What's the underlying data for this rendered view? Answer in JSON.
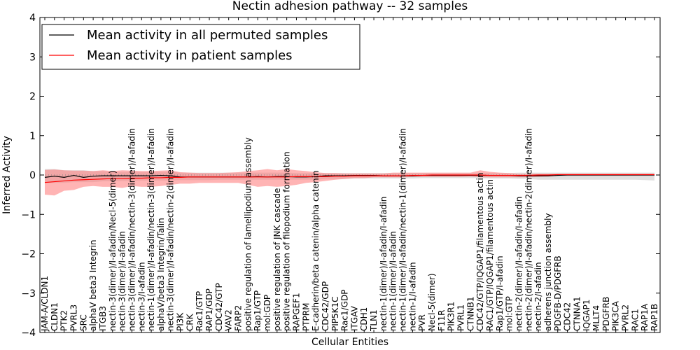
{
  "chart_data": {
    "type": "line",
    "title": "Nectin adhesion pathway -- 32 samples",
    "xlabel": "Cellular Entities",
    "ylabel": "Inferred Activity",
    "ylim": [
      -4,
      4
    ],
    "yticks": [
      -4,
      -3,
      -2,
      -1,
      0,
      1,
      2,
      3,
      4
    ],
    "grid": false,
    "legend_position": "top-left",
    "categories": [
      "JAM-A/CLDN1",
      "CLDN1",
      "PTK2",
      "PVRL3",
      "SRC",
      "alphaV beta3 Integrin",
      "ITGB3",
      "nectin-3(dimer)/I-afadin/Necl-5(dimer)",
      "nectin-3(dimer)/I-afadin",
      "nectin-3(dimer)/I-afadin/nectin-3(dimer)/I-afadin",
      "nectin-3/I-afadin",
      "nectin-1(dimer)/I-afadin/nectin-3(dimer)/I-afadin",
      "alphaV/beta3 Integrin/Talin",
      "nectin-3(dimer)/I-afadin/nectin-2(dimer)/I-afadin",
      "PI3K",
      "CRK",
      "Rac1/GTP",
      "RAP1/GDP",
      "CDC42/GTP",
      "VAV2",
      "FARP2",
      "positive regulation of lamellipodium assembly",
      "Rap1/GTP",
      "mol:GDP",
      "positive regulation of JNK cascade",
      "positive regulation of filopodium formation",
      "RAPGEF1",
      "PTPRM",
      "E-cadherin/beta catenin/alpha catenin",
      "CDC42/GDP",
      "PIP5K1C",
      "Rac1/GDP",
      "ITGAV",
      "CDH1",
      "TLN1",
      "nectin-1(dimer)/I-afadin/I-afadin",
      "nectin-1(dimer)/I-afadin",
      "nectin-1(dimer)/I-afadin/nectin-1(dimer)/I-afadin",
      "nectin-1/I-afadin",
      "PVR",
      "Necl-5(dimer)",
      "F11R",
      "PIK3R1",
      "PVRL1",
      "CTNNB1",
      "CDC42/GTP/IQGAP1/filamentous actin",
      "RAC1/GTP/IQGAP1/filamentous actin",
      "Rap1/GTP/I-afadin",
      "mol:GTP",
      "nectin-2(dimer)/I-afadin/I-afadin",
      "nectin-2(dimer)/I-afadin/nectin-2(dimer)/I-afadin",
      "nectin-2/I-afadin",
      "adherens junction assembly",
      "PDGFB-D/PDGFRB",
      "CDC42",
      "CTNNA1",
      "IQGAP1",
      "MLLT4",
      "PDGFRB",
      "PIK3CA",
      "PVRL2",
      "RAC1",
      "RAP1A",
      "RAP1B"
    ],
    "series": [
      {
        "name": "Mean activity in all permuted samples",
        "color": "#000000",
        "values": [
          -0.06,
          -0.03,
          -0.06,
          -0.01,
          -0.06,
          -0.03,
          -0.02,
          -0.02,
          -0.02,
          -0.02,
          -0.02,
          -0.02,
          -0.01,
          -0.02,
          -0.05,
          -0.05,
          -0.05,
          -0.05,
          -0.05,
          -0.05,
          -0.05,
          -0.05,
          -0.04,
          -0.05,
          -0.04,
          -0.04,
          -0.05,
          -0.05,
          -0.04,
          -0.02,
          -0.02,
          -0.02,
          -0.01,
          -0.01,
          -0.01,
          -0.02,
          -0.02,
          -0.02,
          -0.02,
          -0.01,
          -0.01,
          -0.01,
          -0.01,
          -0.01,
          -0.01,
          -0.01,
          -0.01,
          -0.01,
          -0.01,
          -0.02,
          -0.02,
          -0.02,
          -0.02,
          -0.01,
          0.0,
          0.0,
          0.0,
          0.0,
          0.0,
          0.0,
          0.0,
          0.0,
          0.0,
          0.0
        ]
      },
      {
        "name": "Mean activity in patient samples",
        "color": "#ff0000",
        "values": [
          -0.19,
          -0.17,
          -0.15,
          -0.13,
          -0.12,
          -0.11,
          -0.1,
          -0.09,
          -0.09,
          -0.08,
          -0.08,
          -0.07,
          -0.07,
          -0.06,
          -0.06,
          -0.05,
          -0.05,
          -0.05,
          -0.05,
          -0.05,
          -0.05,
          -0.05,
          -0.05,
          -0.05,
          -0.05,
          -0.05,
          -0.04,
          -0.04,
          -0.04,
          -0.04,
          -0.03,
          -0.03,
          -0.02,
          -0.02,
          -0.02,
          -0.02,
          -0.02,
          -0.02,
          -0.01,
          -0.01,
          0.0,
          0.0,
          0.0,
          0.0,
          0.0,
          0.0,
          -0.01,
          -0.01,
          -0.01,
          -0.01,
          -0.01,
          0.0,
          0.0,
          0.01,
          0.01,
          0.01,
          0.01,
          0.01,
          0.01,
          0.01,
          0.01,
          0.01,
          0.01,
          0.01
        ]
      }
    ],
    "permuted_band": {
      "color": "#bbbbbb",
      "upper": [
        0.15,
        0.15,
        0.12,
        0.12,
        0.12,
        0.1,
        0.1,
        0.08,
        0.08,
        0.08,
        0.08,
        0.08,
        0.08,
        0.08,
        0.06,
        0.06,
        0.06,
        0.06,
        0.06,
        0.06,
        0.06,
        0.06,
        0.06,
        0.06,
        0.06,
        0.06,
        0.05,
        0.05,
        0.05,
        0.05,
        0.05,
        0.05,
        0.05,
        0.05,
        0.05,
        0.05,
        0.05,
        0.05,
        0.05,
        0.05,
        0.05,
        0.05,
        0.05,
        0.05,
        0.05,
        0.05,
        0.05,
        0.05,
        0.05,
        0.06,
        0.06,
        0.06,
        0.06,
        0.06,
        0.06,
        0.06,
        0.06,
        0.06,
        0.06,
        0.06,
        0.06,
        0.06,
        0.06,
        0.06
      ],
      "lower": [
        -0.2,
        -0.2,
        -0.2,
        -0.18,
        -0.18,
        -0.18,
        -0.16,
        -0.16,
        -0.15,
        -0.15,
        -0.14,
        -0.14,
        -0.14,
        -0.14,
        -0.13,
        -0.13,
        -0.13,
        -0.13,
        -0.12,
        -0.12,
        -0.12,
        -0.12,
        -0.12,
        -0.12,
        -0.12,
        -0.12,
        -0.12,
        -0.12,
        -0.12,
        -0.1,
        -0.1,
        -0.1,
        -0.09,
        -0.09,
        -0.09,
        -0.09,
        -0.09,
        -0.09,
        -0.09,
        -0.08,
        -0.08,
        -0.08,
        -0.08,
        -0.08,
        -0.08,
        -0.08,
        -0.09,
        -0.09,
        -0.09,
        -0.1,
        -0.1,
        -0.12,
        -0.12,
        -0.12,
        -0.12,
        -0.12,
        -0.12,
        -0.12,
        -0.12,
        -0.12,
        -0.12,
        -0.12,
        -0.13,
        -0.14
      ]
    },
    "patient_band": {
      "color": "#ff7777",
      "upper": [
        0.13,
        0.14,
        0.12,
        0.11,
        0.11,
        0.1,
        0.12,
        0.1,
        0.12,
        0.11,
        0.1,
        0.1,
        0.11,
        0.12,
        0.07,
        0.06,
        0.05,
        0.05,
        0.05,
        0.06,
        0.07,
        0.1,
        0.12,
        0.15,
        0.12,
        0.15,
        0.12,
        0.1,
        0.07,
        0.05,
        0.05,
        0.04,
        0.04,
        0.04,
        0.04,
        0.04,
        0.06,
        0.06,
        0.06,
        0.06,
        0.06,
        0.06,
        0.06,
        0.06,
        0.06,
        0.12,
        0.08,
        0.06,
        0.05,
        0.03,
        0.03,
        0.03,
        0.03,
        0.03,
        0.03,
        0.03,
        0.03,
        0.03,
        0.03,
        0.03,
        0.03,
        0.03,
        0.03,
        0.03
      ],
      "lower": [
        -0.5,
        -0.52,
        -0.4,
        -0.38,
        -0.3,
        -0.28,
        -0.3,
        -0.3,
        -0.33,
        -0.28,
        -0.3,
        -0.3,
        -0.28,
        -0.25,
        -0.22,
        -0.22,
        -0.2,
        -0.2,
        -0.2,
        -0.2,
        -0.2,
        -0.25,
        -0.3,
        -0.28,
        -0.3,
        -0.28,
        -0.25,
        -0.2,
        -0.18,
        -0.15,
        -0.12,
        -0.1,
        -0.08,
        -0.08,
        -0.06,
        -0.06,
        -0.06,
        -0.06,
        -0.05,
        -0.05,
        -0.05,
        -0.05,
        -0.05,
        -0.05,
        -0.04,
        -0.06,
        -0.06,
        -0.06,
        -0.06,
        -0.06,
        -0.06,
        -0.05,
        -0.04,
        -0.02,
        -0.02,
        -0.02,
        -0.02,
        -0.02,
        -0.02,
        -0.02,
        -0.02,
        -0.02,
        -0.02,
        -0.02
      ]
    },
    "zero_line": {
      "color": "#808080",
      "style": "dotted",
      "value": 0
    }
  }
}
